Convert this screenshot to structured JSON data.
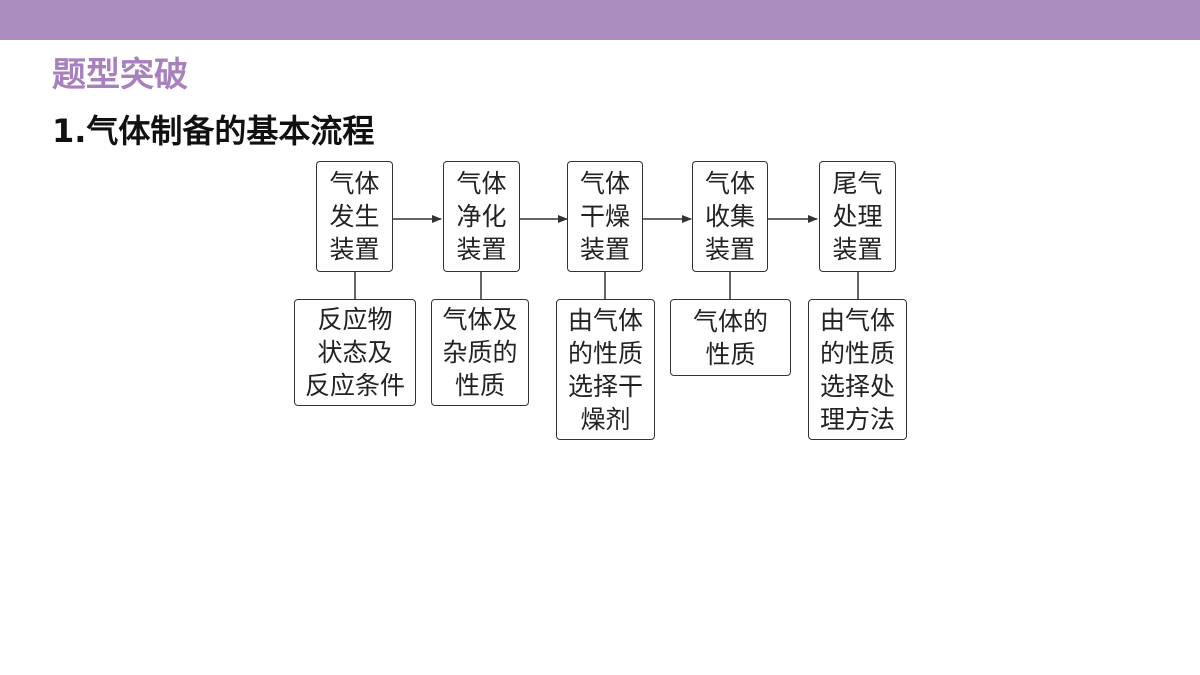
{
  "header": {
    "section_title": "题型突破",
    "sub_title": "1.气体制备的基本流程"
  },
  "flow": {
    "steps": [
      {
        "label": "气体\n发生\n装置",
        "detail": "反应物\n状态及\n反应条件"
      },
      {
        "label": "气体\n净化\n装置",
        "detail": "气体及\n杂质的\n性质"
      },
      {
        "label": "气体\n干燥\n装置",
        "detail": "由气体\n的性质\n选择干\n燥剂"
      },
      {
        "label": "气体\n收集\n装置",
        "detail": "气体的\n性质"
      },
      {
        "label": "尾气\n处理\n装置",
        "detail": "由气体\n的性质\n选择处\n理方法"
      }
    ]
  },
  "colors": {
    "top_bar": "#ab8cbf",
    "section_title": "#a880bd",
    "line": "#333333"
  }
}
